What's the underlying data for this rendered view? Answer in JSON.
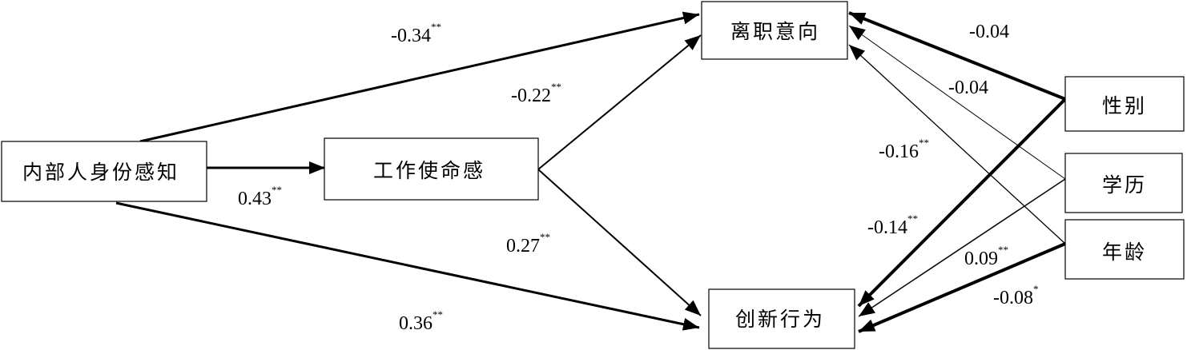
{
  "nodes": {
    "perceived_insider_status": "内部人身份感知",
    "work_calling": "工作使命感",
    "turnover_intention": "离职意向",
    "innovative_behavior": "创新行为",
    "gender": "性别",
    "education": "学历",
    "age": "年龄"
  },
  "edges": [
    {
      "from": "内部人身份感知",
      "to": "离职意向",
      "coef": "-0.34",
      "sig": "**"
    },
    {
      "from": "内部人身份感知",
      "to": "工作使命感",
      "coef": "0.43",
      "sig": "**"
    },
    {
      "from": "内部人身份感知",
      "to": "创新行为",
      "coef": "0.36",
      "sig": "**"
    },
    {
      "from": "工作使命感",
      "to": "离职意向",
      "coef": "-0.22",
      "sig": "**"
    },
    {
      "from": "工作使命感",
      "to": "创新行为",
      "coef": "0.27",
      "sig": "**"
    },
    {
      "from": "性别",
      "to": "离职意向",
      "coef": "-0.04",
      "sig": ""
    },
    {
      "from": "学历",
      "to": "离职意向",
      "coef": "-0.04",
      "sig": ""
    },
    {
      "from": "年龄",
      "to": "离职意向",
      "coef": "-0.16",
      "sig": "**"
    },
    {
      "from": "性别",
      "to": "创新行为",
      "coef": "-0.14",
      "sig": "**"
    },
    {
      "from": "学历",
      "to": "创新行为",
      "coef": "0.09",
      "sig": "**"
    },
    {
      "from": "年龄",
      "to": "创新行为",
      "coef": "-0.08",
      "sig": "*"
    }
  ]
}
